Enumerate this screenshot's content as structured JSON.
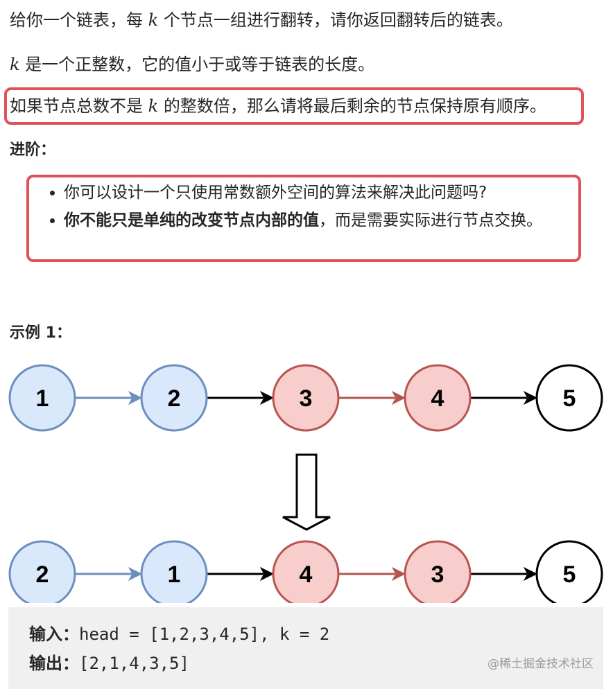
{
  "intro": {
    "line1_before": "给你一个链表，每 ",
    "line1_var": "k",
    "line1_after": " 个节点一组进行翻转，请你返回翻转后的链表。",
    "line2_var": "k",
    "line2_after": " 是一个正整数，它的值小于或等于链表的长度。",
    "line3_before": "如果节点总数不是 ",
    "line3_var": "k",
    "line3_after": " 的整数倍，那么请将最后剩余的节点保持原有顺序。"
  },
  "advanced": {
    "heading": "进阶：",
    "item1": "你可以设计一个只使用常数额外空间的算法来解决此问题吗?",
    "item2_bold": "你不能只是单纯的改变节点内部的值",
    "item2_rest": "，而是需要实际进行节点交换。"
  },
  "example": {
    "heading": "示例 1：",
    "before_nodes": [
      "1",
      "2",
      "3",
      "4",
      "5"
    ],
    "after_nodes": [
      "2",
      "1",
      "4",
      "3",
      "5"
    ],
    "node_groups": [
      "blue",
      "blue",
      "red",
      "red",
      "white"
    ],
    "colors": {
      "blue_fill": "#dae8fc",
      "blue_stroke": "#6c8ebf",
      "red_fill": "#f8cecc",
      "red_stroke": "#b85450",
      "white_fill": "#ffffff",
      "white_stroke": "#000000",
      "highlight_border": "#e0525a"
    },
    "input_label": "输入：",
    "input_value": "head = [1,2,3,4,5], k = 2",
    "output_label": "输出：",
    "output_value": "[2,1,4,3,5]"
  },
  "watermark": "@稀土掘金技术社区"
}
